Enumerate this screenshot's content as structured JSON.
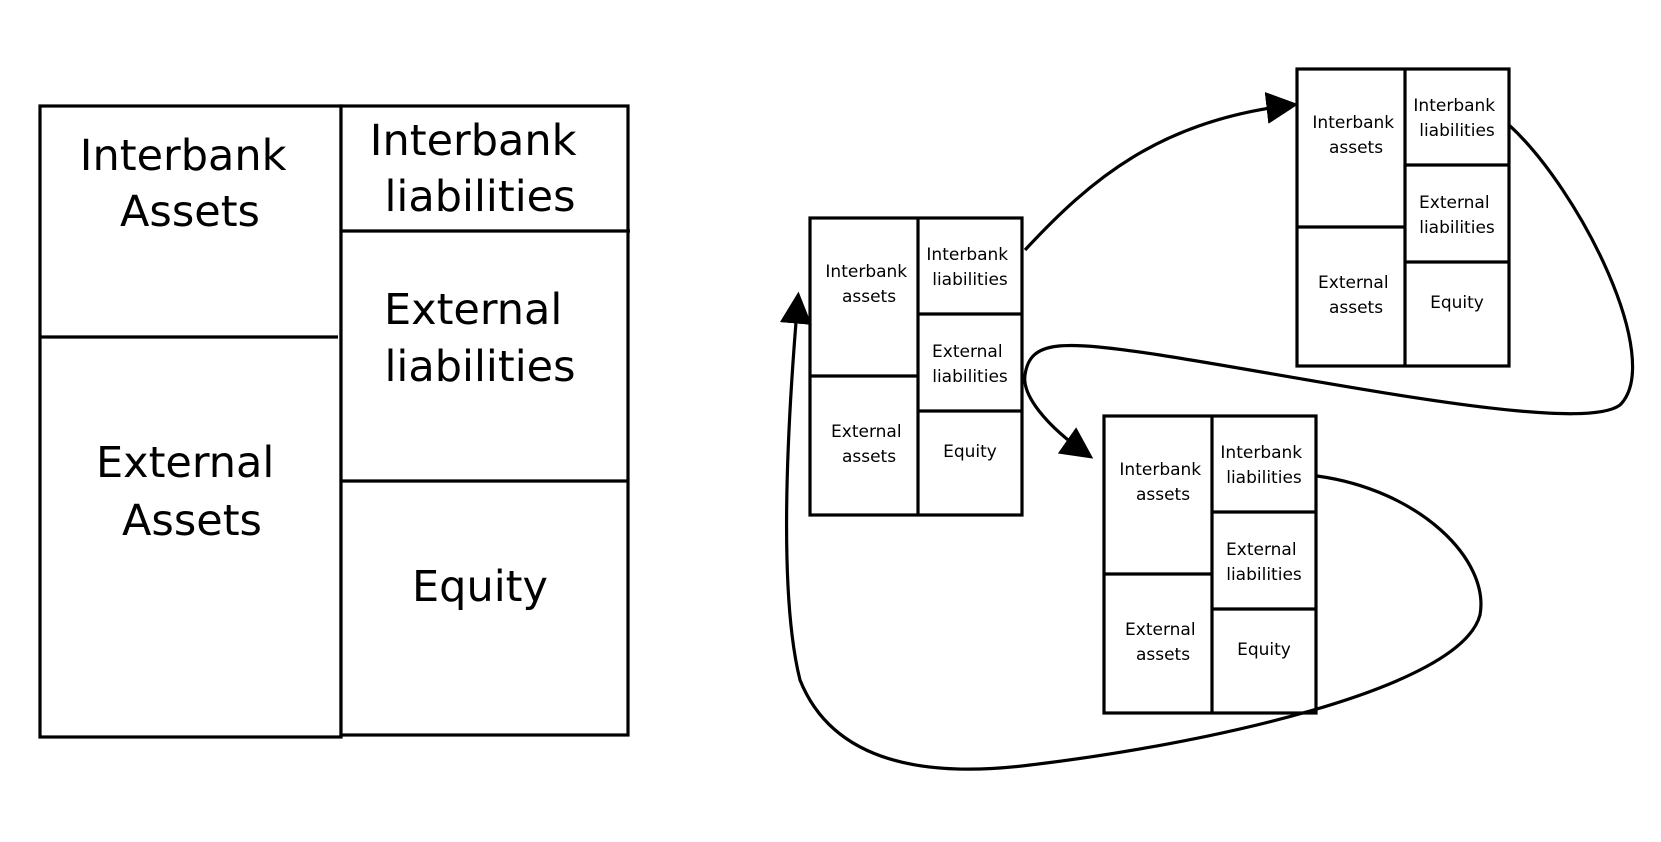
{
  "large_balance_sheet": {
    "interbank_assets": [
      "Interbank",
      "Assets"
    ],
    "external_assets": [
      "External",
      "Assets"
    ],
    "interbank_liabilities": [
      "Interbank",
      "liabilities"
    ],
    "external_liabilities": [
      "External",
      "liabilities"
    ],
    "equity": [
      "Equity"
    ]
  },
  "small_balance_sheet": {
    "interbank_assets": [
      "Interbank",
      "assets"
    ],
    "external_assets": [
      "External",
      "assets"
    ],
    "interbank_liabilities": [
      "Interbank",
      "liabilities"
    ],
    "external_liabilities": [
      "External",
      "liabilities"
    ],
    "equity": [
      "Equity"
    ]
  }
}
